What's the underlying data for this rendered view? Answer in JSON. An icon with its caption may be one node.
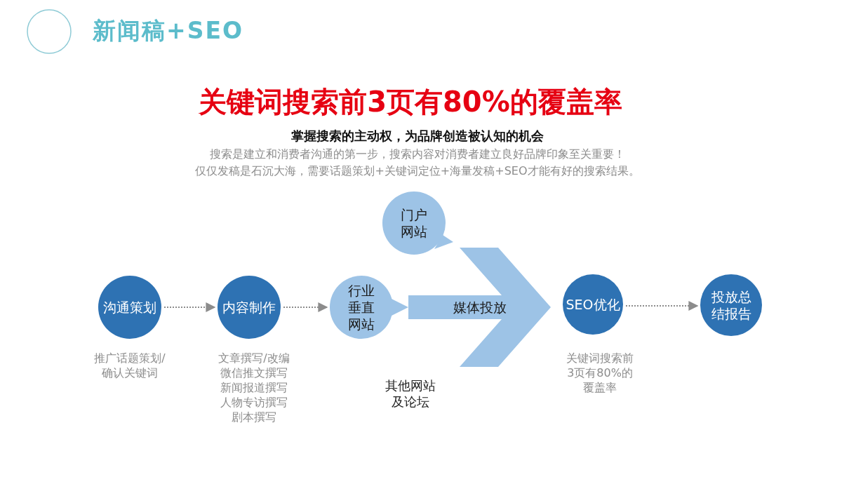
{
  "diagram": {
    "title": "新闻稿+SEO",
    "nodes": [
      {
        "text": [
          "沟通策划"
        ],
        "beside": [
          "推广话题策划/确认关键词"
        ]
      },
      {
        "text": [
          "内容制作"
        ],
        "beside": [
          "文章撰写/改编",
          "微信推文撰写",
          "新闻报道撰写",
          "人物专访撰写",
          "剧本撰写"
        ]
      },
      {
        "text": [
          "门户网站"
        ]
      },
      {
        "text": [
          "行业垂直网站"
        ]
      },
      {
        "text": [
          "SEO优化"
        ],
        "beside": [
          "关键词搜索前3页有80%的覆盖率"
        ]
      },
      {
        "text": [
          "投放总结报告"
        ]
      }
    ],
    "edges": [
      {
        "from": 0,
        "to": 1,
        "arrow": "to",
        "style": "dashed"
      },
      {
        "from": 1,
        "to": 3,
        "arrow": "to",
        "style": "dashed"
      },
      {
        "from": 3,
        "to": 4,
        "arrow": "to",
        "label": "媒体投放",
        "style": "thick",
        "color": "#9dc3e6"
      },
      {
        "from": 4,
        "to": 5,
        "arrow": "to",
        "style": "dashed"
      }
    ],
    "labels": [
      "关键词搜索前3页有80%的覆盖率",
      "掌握搜索的主动权，为品牌创造被认知的机会",
      "搜索是建立和消费者沟通的第一步，搜索内容对消费者建立良好品牌印象至关重要！",
      "仅仅发稿是石沉大海，需要话题策划+关键词定位+海量发稿+SEO才能有好的搜索结果。",
      "其他网站及论坛"
    ]
  }
}
